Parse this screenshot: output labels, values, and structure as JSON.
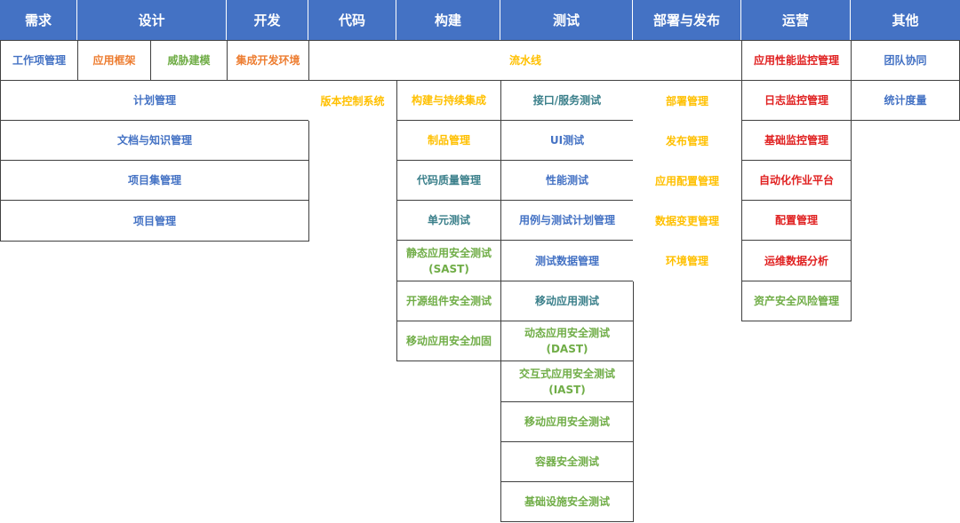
{
  "headers": [
    "需求",
    "设计",
    "开发",
    "代码",
    "构建",
    "测试",
    "部署与发布",
    "运营",
    "其他"
  ],
  "colors": {
    "header_bg": "#4472c4",
    "blue": "#4472c4",
    "orange": "#ed7d31",
    "gold": "#ffc000",
    "green": "#70ad47",
    "red": "#e02020",
    "teal": "#3a7f8a"
  },
  "cells": {
    "work_item": "工作项管理",
    "app_framework": "应用框架",
    "threat_modeling": "威胁建模",
    "integrated_dev_env": "集成开发环境",
    "pipeline": "流水线",
    "plan_mgmt": "计划管理",
    "doc_knowledge": "文档与知识管理",
    "portfolio_mgmt": "项目集管理",
    "project_mgmt": "项目管理",
    "version_control": "版本控制系统",
    "build_ci": "构建与持续集成",
    "artifact_mgmt": "制品管理",
    "code_quality": "代码质量管理",
    "unit_test": "单元测试",
    "sast_line1": "静态应用安全测试",
    "sast_line2": "(SAST)",
    "oss_security": "开源组件安全测试",
    "mobile_hardening": "移动应用安全加固",
    "api_test": "接口/服务测试",
    "ui_test": "UI测试",
    "perf_test": "性能测试",
    "testcase_plan": "用例与测试计划管理",
    "testdata_mgmt": "测试数据管理",
    "mobile_app_test": "移动应用测试",
    "dast_line1": "动态应用安全测试",
    "dast_line2": "(DAST)",
    "iast_line1": "交互式应用安全测试",
    "iast_line2": "(IAST)",
    "mobile_sec_test": "移动应用安全测试",
    "container_sec_test": "容器安全测试",
    "infra_sec_test": "基础设施安全测试",
    "deploy_mgmt": "部署管理",
    "release_mgmt": "发布管理",
    "app_config_mgmt": "应用配置管理",
    "data_change_mgmt": "数据变更管理",
    "env_mgmt": "环境管理",
    "apm": "应用性能监控管理",
    "log_monitor": "日志监控管理",
    "infra_monitor": "基础监控管理",
    "automation_platform": "自动化作业平台",
    "config_mgmt": "配置管理",
    "ops_analytics": "运维数据分析",
    "asset_risk": "资产安全风险管理",
    "team_collab": "团队协同",
    "metrics": "统计度量"
  }
}
